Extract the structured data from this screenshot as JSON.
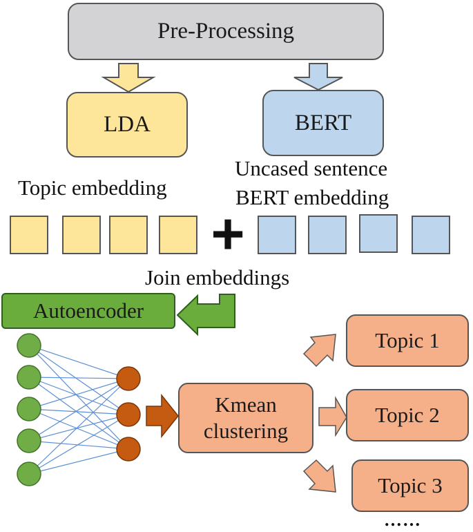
{
  "pre_processing": {
    "label": "Pre-Processing"
  },
  "lda": {
    "label": "LDA"
  },
  "bert": {
    "label": "BERT"
  },
  "topic_embedding": {
    "label": "Topic embedding"
  },
  "bert_embedding": {
    "line1": "Uncased sentence",
    "line2": "BERT embedding"
  },
  "join": {
    "label": "Join embeddings",
    "plus": "+"
  },
  "autoencoder": {
    "label": "Autoencoder"
  },
  "kmean": {
    "line1": "Kmean",
    "line2": "clustering"
  },
  "topics": [
    {
      "label": "Topic 1"
    },
    {
      "label": "Topic 2"
    },
    {
      "label": "Topic 3"
    }
  ],
  "more": {
    "label": "……"
  },
  "colors": {
    "gray": "#d3d3d5",
    "yellow": "#fde59a",
    "blue": "#bdd6ee",
    "green": "#6aad3d",
    "salmon": "#f5b08a",
    "dark_orange": "#c55a11",
    "node_green": "#70ad47",
    "node_orange": "#c55a11",
    "edge_blue": "#5b8fd6"
  }
}
